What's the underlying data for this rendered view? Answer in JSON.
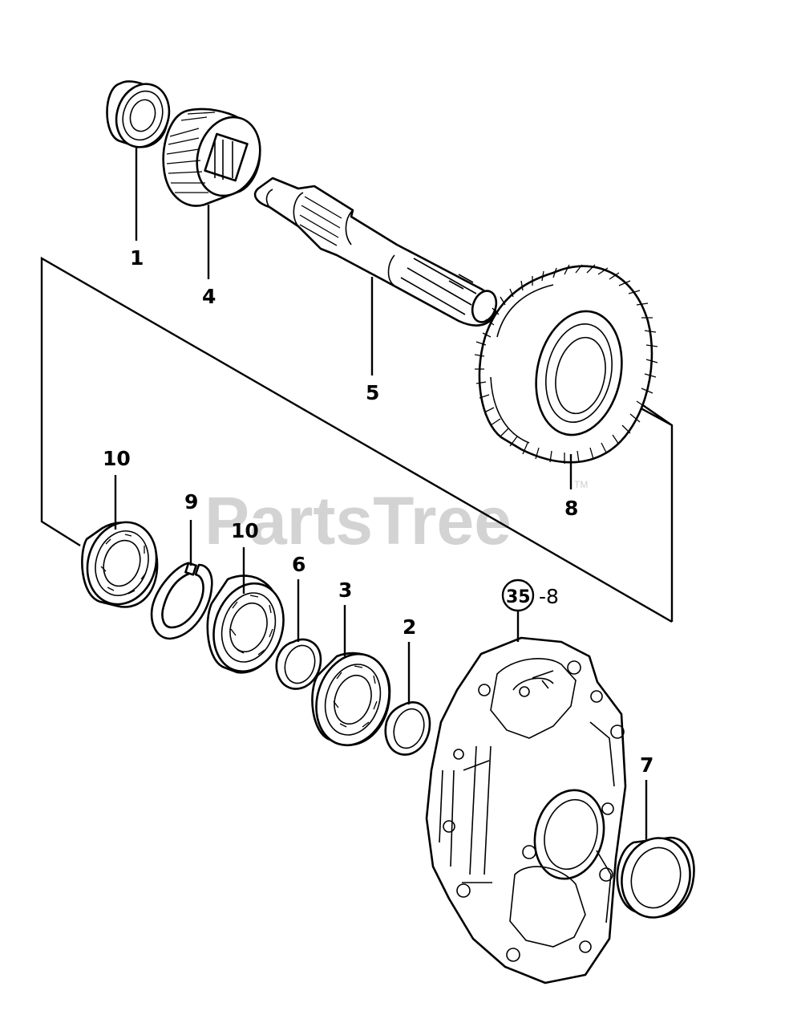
{
  "watermark": {
    "text": "PartsTree",
    "trademark": "TM"
  },
  "callouts": {
    "part_1": "1",
    "part_4": "4",
    "part_5": "5",
    "part_8": "8",
    "part_10_left": "10",
    "part_9": "9",
    "part_10_right": "10",
    "part_6": "6",
    "part_3": "3",
    "part_2": "2",
    "part_7": "7",
    "ref_circle": "35",
    "ref_suffix": "-8"
  }
}
